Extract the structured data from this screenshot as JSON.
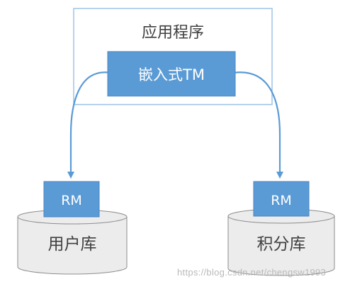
{
  "diagram": {
    "application": {
      "label": "应用程序"
    },
    "tm": {
      "label": "嵌入式TM"
    },
    "left": {
      "rm_label": "RM",
      "db_label": "用户库"
    },
    "right": {
      "rm_label": "RM",
      "db_label": "积分库"
    }
  },
  "watermark": {
    "text": "https://blog.csdn.net/chengsw1993"
  },
  "colors": {
    "box_fill": "#5b9bd5",
    "box_border": "#4a86be",
    "app_border": "#9dc3e6",
    "arrow": "#5b9bd5",
    "cylinder_fill": "#ececec",
    "cylinder_stroke": "#8c8c8c",
    "text_dark": "#404040",
    "text_light": "#ffffff"
  }
}
